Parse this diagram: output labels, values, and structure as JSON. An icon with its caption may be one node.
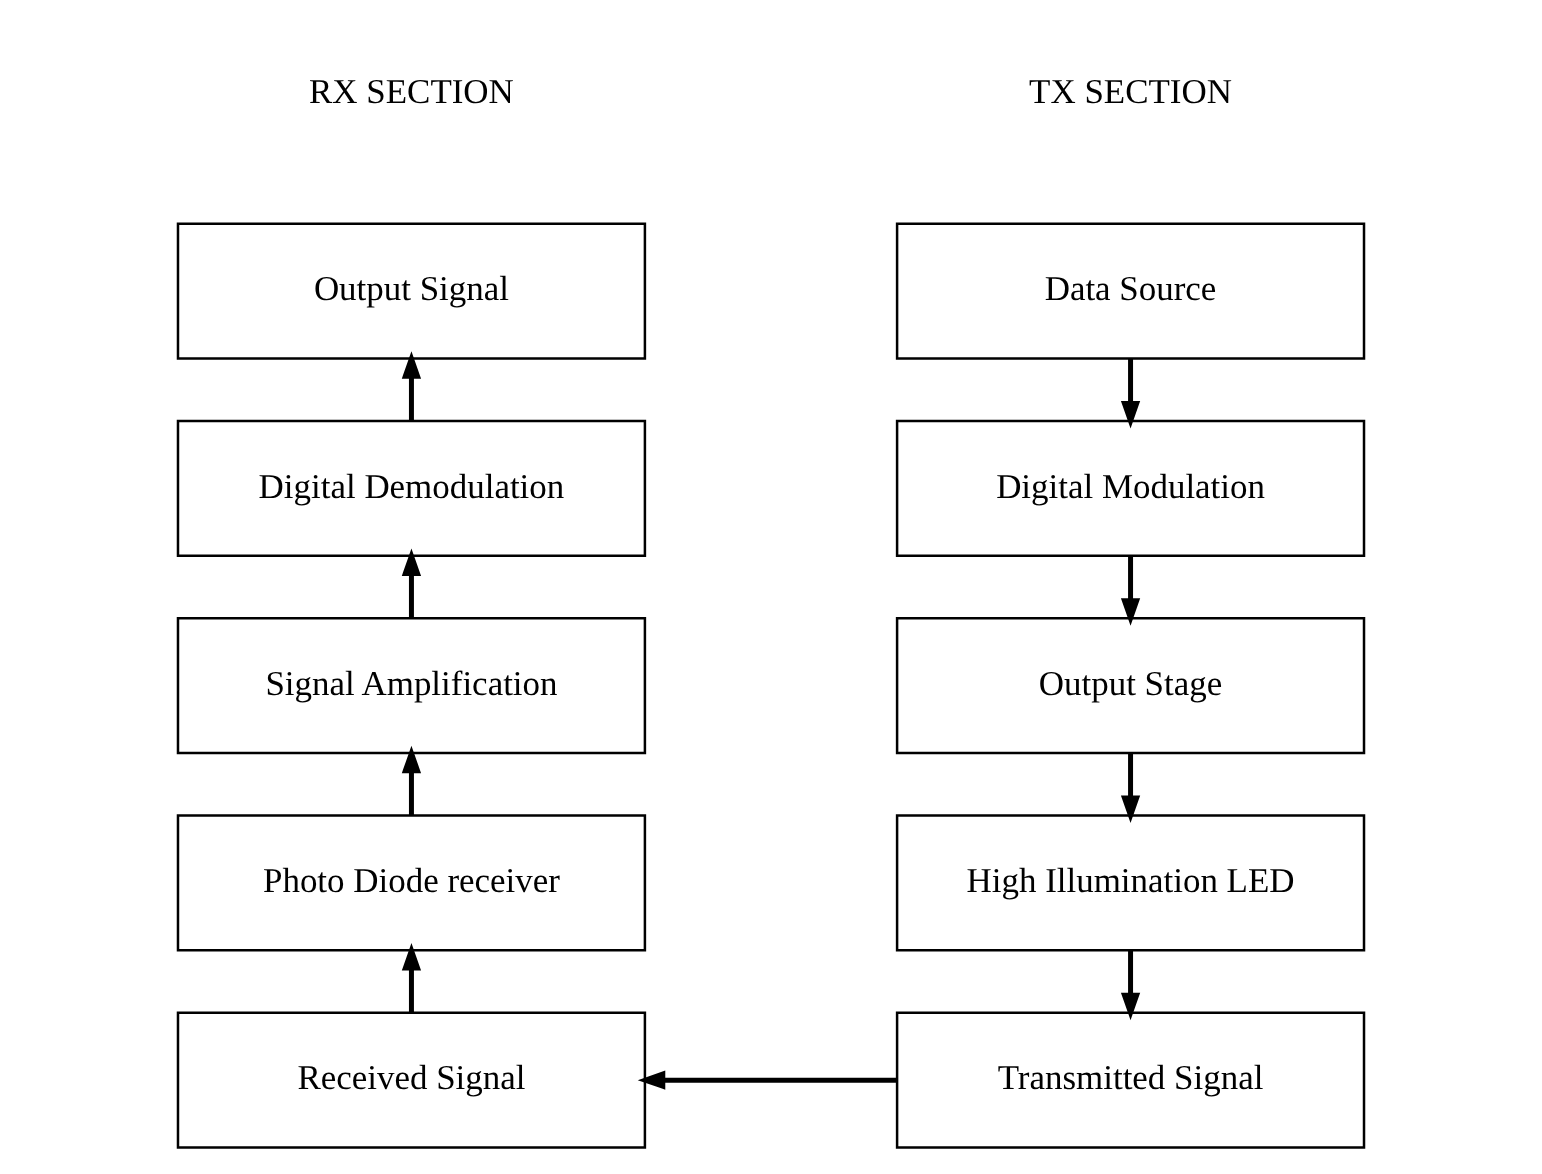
{
  "diagram": {
    "nodes": [
      {
        "text": [
          "Data Source"
        ]
      },
      {
        "text": [
          "Digital Modulation"
        ]
      },
      {
        "text": [
          "Output Stage"
        ]
      },
      {
        "text": [
          "High Illumination LED"
        ]
      },
      {
        "text": [
          "Transmitted Signal"
        ]
      },
      {
        "text": [
          "Output Signal"
        ]
      },
      {
        "text": [
          "Digital Demodulation"
        ]
      },
      {
        "text": [
          "Signal Amplification"
        ]
      },
      {
        "text": [
          "Photo Diode receiver"
        ]
      },
      {
        "text": [
          "Received Signal"
        ]
      }
    ],
    "edges": [
      {
        "from": 0,
        "to": 1,
        "arrow": "to"
      },
      {
        "from": 1,
        "to": 2,
        "arrow": "to"
      },
      {
        "from": 2,
        "to": 3,
        "arrow": "to"
      },
      {
        "from": 3,
        "to": 4,
        "arrow": "to"
      },
      {
        "from": 4,
        "to": 9,
        "arrow": "to"
      },
      {
        "from": 9,
        "to": 8,
        "arrow": "to"
      },
      {
        "from": 8,
        "to": 7,
        "arrow": "to"
      },
      {
        "from": 7,
        "to": 6,
        "arrow": "to"
      },
      {
        "from": 6,
        "to": 5,
        "arrow": "to"
      }
    ],
    "labels": [
      "TX SECTION",
      "RX SECTION"
    ]
  }
}
